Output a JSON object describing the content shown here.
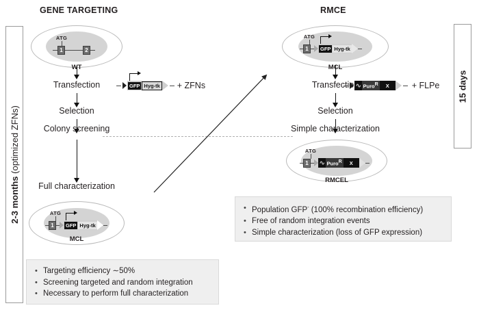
{
  "figure": {
    "columns": {
      "left_title": "GENE TARGETING",
      "right_title": "RMCE"
    },
    "time_brackets": {
      "left_bold": "2-3 months",
      "left_normal": " (optimized ZFNs)",
      "right": "15 days"
    },
    "gene_targeting": {
      "cell_wt": {
        "label": "WT",
        "atg": "ATG",
        "exon1": "1",
        "exon2": "2"
      },
      "steps": [
        "Transfection",
        "Selection",
        "Colony screening",
        "Full characterization"
      ],
      "reagent": {
        "gfp": "GFP",
        "hyg_tk": "Hyg-tk",
        "plus_label": "+ ZFNs"
      },
      "cell_mcl": {
        "label": "MCL",
        "atg": "ATG",
        "exon1": "1",
        "gfp": "GFP",
        "hyg_tk": "Hyg-tk"
      },
      "notes": [
        "Targeting efficiency ∼50%",
        "Screening targeted and random integration",
        "Necessary to perform full characterization"
      ]
    },
    "rmce": {
      "cell_mcl": {
        "label": "MCL",
        "atg": "ATG",
        "exon1": "1",
        "gfp": "GFP",
        "hyg_tk": "Hyg-tk"
      },
      "steps": [
        "Transfection",
        "Selection",
        "Simple characterization"
      ],
      "reagent": {
        "puro": "Puro",
        "puro_sup": "R",
        "x_gene": "X",
        "plus_label": "+ FLPe"
      },
      "cell_rmcel": {
        "label": "RMCEL",
        "atg": "ATG",
        "exon1": "1",
        "puro": "Puro",
        "puro_sup": "R",
        "x_gene": "X"
      },
      "notes_prefix": "Population GFP",
      "notes_sup": "-",
      "notes_suffix": " (100% recombination efficiency)",
      "notes": [
        "Free of random integration events",
        "Simple characterization (loss of GFP expression)"
      ]
    },
    "colors": {
      "nucleus": "#d4d4d4",
      "membrane_stroke": "#b9b9b9",
      "cassette_gray": "#cfcfcf",
      "gene_dark": "#111111",
      "note_bg": "#efefef",
      "dashed": "#b0b0b0"
    }
  }
}
